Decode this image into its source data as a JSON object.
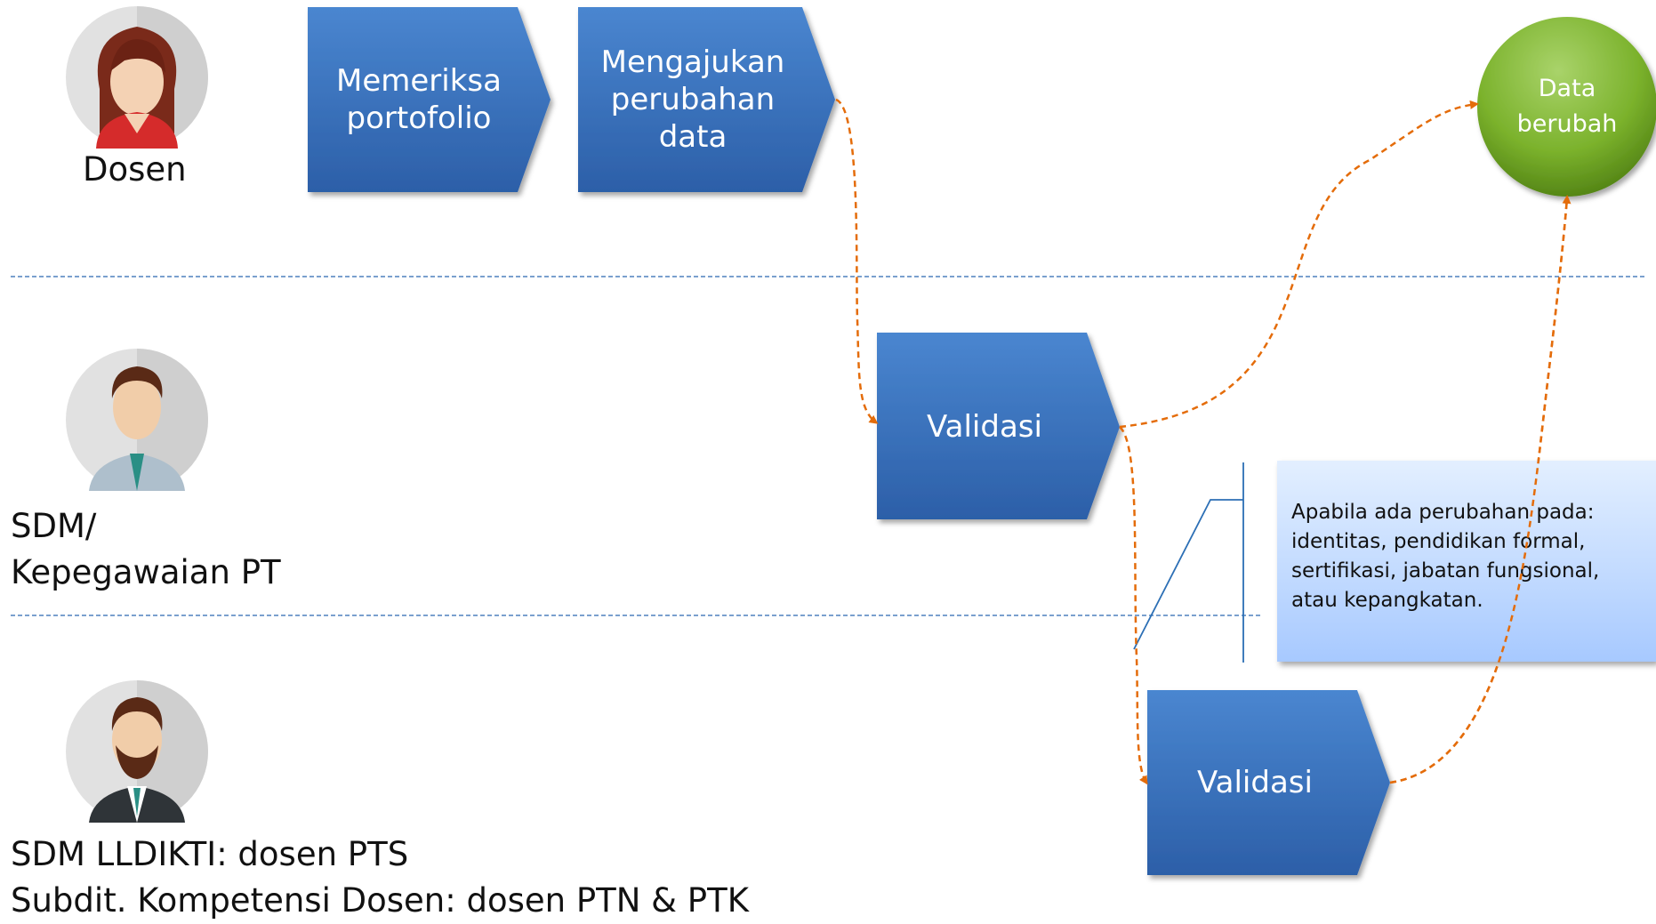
{
  "actors": [
    {
      "id": "dosen",
      "label_lines": [
        "Dosen"
      ]
    },
    {
      "id": "sdm-pt",
      "label_lines": [
        "SDM/",
        "Kepegawaian PT"
      ]
    },
    {
      "id": "lldikti",
      "label_lines": [
        "SDM LLDIKTI: dosen PTS",
        "Subdit. Kompetensi Dosen: dosen PTN & PTK"
      ]
    }
  ],
  "steps": [
    {
      "id": "memeriksa",
      "lines": [
        "Memeriksa",
        "portofolio"
      ]
    },
    {
      "id": "mengajukan",
      "lines": [
        "Mengajukan",
        "perubahan",
        "data"
      ]
    },
    {
      "id": "validasi-pt",
      "lines": [
        "Validasi"
      ]
    },
    {
      "id": "validasi-lldikti",
      "lines": [
        "Validasi"
      ]
    }
  ],
  "result": {
    "lines": [
      "Data",
      "berubah"
    ]
  },
  "note": {
    "lines": [
      "Apabila ada perubahan pada:",
      "identitas, pendidikan formal,",
      "sertifikasi, jabatan fungsional,",
      "atau kepangkatan."
    ]
  },
  "colors": {
    "step_fill_top": "#4a86d0",
    "step_fill_bottom": "#2f63ad",
    "arrow": "#e46c0a",
    "lane_divider": "#4f81bd",
    "result_fill": "#7bb22c",
    "note_fill": "#c3dbff"
  }
}
